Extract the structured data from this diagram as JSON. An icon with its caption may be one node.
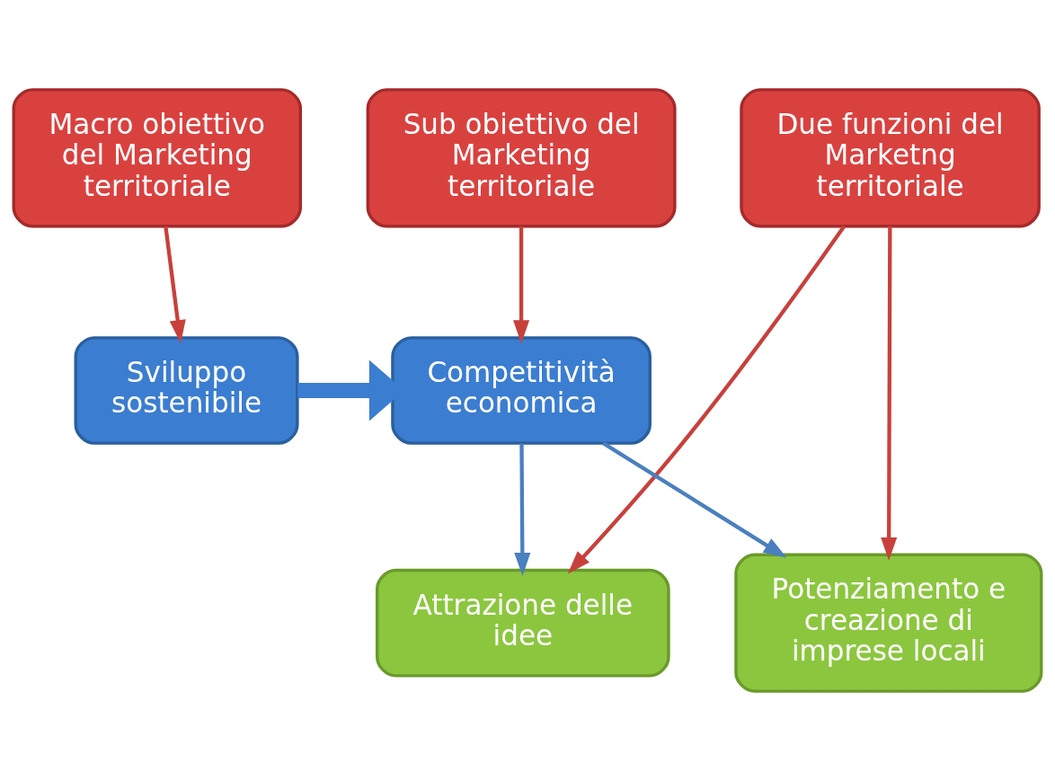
{
  "diagram": {
    "nodes": [
      {
        "text": [
          "Macro obiettivo del Marketing territoriale"
        ]
      },
      {
        "text": [
          "Sub obiettivo del Marketing territoriale"
        ]
      },
      {
        "text": [
          "Due funzioni del Marketng territoriale"
        ]
      },
      {
        "text": [
          "Sviluppo sostenibile"
        ]
      },
      {
        "text": [
          "Competitività economica"
        ]
      },
      {
        "text": [
          "Attrazione delle idee"
        ]
      },
      {
        "text": [
          "Potenziamento e creazione di imprese locali"
        ]
      }
    ],
    "edges": [
      {
        "from": 0,
        "to": 3,
        "arrow": "to",
        "color": "#c8403c"
      },
      {
        "from": 1,
        "to": 4,
        "arrow": "to",
        "color": "#c8403c"
      },
      {
        "from": 2,
        "to": 5,
        "arrow": "to",
        "color": "#c8403c"
      },
      {
        "from": 2,
        "to": 6,
        "arrow": "to",
        "color": "#c8403c"
      },
      {
        "from": 3,
        "to": 4,
        "arrow": "to",
        "style": "thick",
        "color": "#3b7dd0"
      },
      {
        "from": 4,
        "to": 5,
        "arrow": "to",
        "color": "#4a7fc0"
      },
      {
        "from": 4,
        "to": 6,
        "arrow": "to",
        "color": "#4a7fc0"
      }
    ]
  }
}
